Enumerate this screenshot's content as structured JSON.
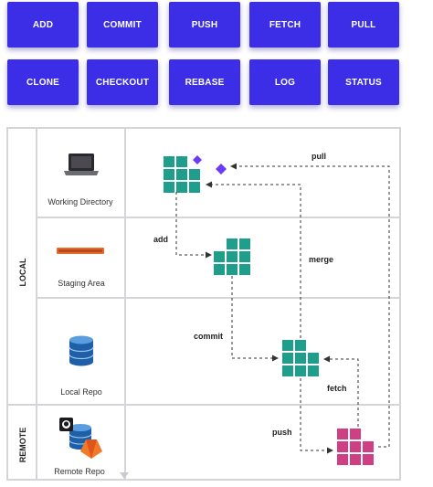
{
  "buttons_row1": [
    "ADD",
    "COMMIT",
    "PUSH",
    "FETCH",
    "PULL"
  ],
  "buttons_row2": [
    "CLONE",
    "CHECKOUT",
    "REBASE",
    "LOG",
    "STATUS"
  ],
  "sections": {
    "local": "LOCAL",
    "remote": "REMOTE"
  },
  "rows": {
    "working": "Working Directory",
    "staging": "Staging Area",
    "local_repo": "Local Repo",
    "remote_repo": "Remote Repo"
  },
  "arrows": {
    "pull": "pull",
    "add": "add",
    "merge": "merge",
    "commit": "commit",
    "fetch": "fetch",
    "push": "push"
  },
  "colors": {
    "button": "#3b2ee6",
    "teal": "#1f9e8c",
    "magenta": "#cf3f83",
    "violet": "#6a3df2",
    "grid_line": "#d4d4d9"
  },
  "icons": {
    "working": "laptop-icon",
    "staging": "staging-bar-icon",
    "local_repo": "database-icon",
    "remote_repo": "git-remote-icon"
  }
}
